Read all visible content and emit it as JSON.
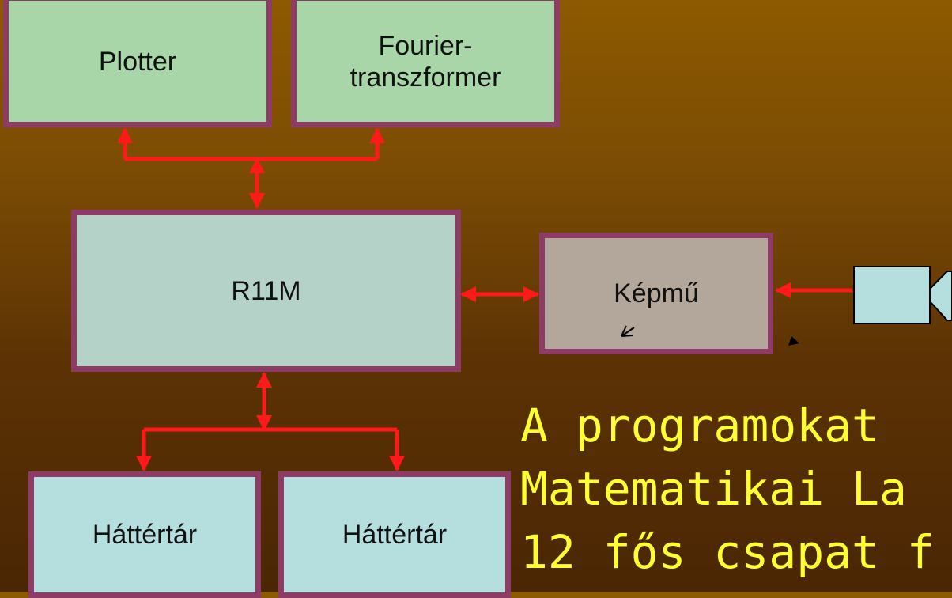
{
  "boxes": {
    "plotter": "Plotter",
    "fourier_line1": "Fourier-",
    "fourier_line2": "transzformer",
    "r11m": "R11M",
    "kepmu": "Képmű",
    "hattertar_1": "Háttértár",
    "hattertar_2": "Háttértár"
  },
  "note": {
    "line1": "A programokat",
    "line2": "Matematikai La",
    "line3": "12 fős csapat f"
  },
  "colors": {
    "background": "#7a4b04",
    "box_border": "#8e3b66",
    "arrow": "#ff1a1a",
    "note_text": "#ffff33",
    "plotter_fill": "#a8d6a8",
    "r11m_fill": "#b4d2c8",
    "kepmu_fill": "#b3a69b",
    "hattertar_fill": "#b5dede",
    "camera_fill": "#b5dede"
  },
  "icons": {
    "camera": "camera-icon",
    "pointer": "small-arrow-pointer-icon"
  }
}
